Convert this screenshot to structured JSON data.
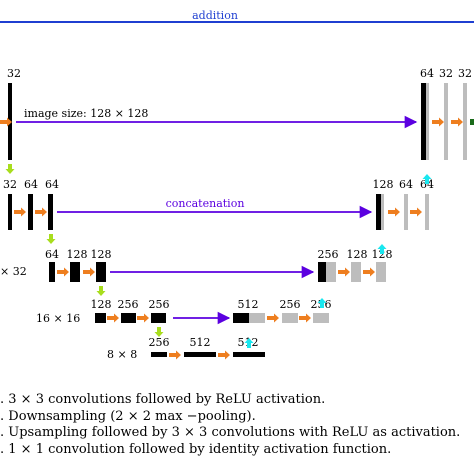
{
  "colors": {
    "arrow_relu": "#ee7e1f",
    "arrow_down": "#a8dd1d",
    "arrow_up": "#19e7ef",
    "skip_arrow": "#5b00e0",
    "addition_line": "#1f3fd1",
    "block": "#000000",
    "block_light": "#bdbdbd",
    "final_arrow": "#1a6b1a"
  },
  "labels": {
    "addition": "addition",
    "concatenation": "concatenation",
    "image_size": "image size: 128 × 128",
    "level2_size": "× 32",
    "level3_size": "16 × 16",
    "level4_size": "8 × 8"
  },
  "channels": {
    "l0_left": "32",
    "l0_right": [
      "64",
      "32",
      "32"
    ],
    "l1_left": [
      "32",
      "64",
      "64"
    ],
    "l1_right": [
      "128",
      "64",
      "64"
    ],
    "l2_left": [
      "64",
      "128",
      "128"
    ],
    "l2_right": [
      "256",
      "128",
      "128"
    ],
    "l3_left": [
      "128",
      "256",
      "256"
    ],
    "l3_right": [
      "512",
      "256",
      "256"
    ],
    "l4": [
      "256",
      "512",
      "512"
    ]
  },
  "legend": [
    ". 3 × 3 convolutions followed by ReLU activation.",
    ". Downsampling (2 × 2 max −pooling).",
    ". Upsampling followed by 3 × 3 convolutions with ReLU as activation.",
    ". 1 × 1 convolution followed by identity activation function."
  ]
}
